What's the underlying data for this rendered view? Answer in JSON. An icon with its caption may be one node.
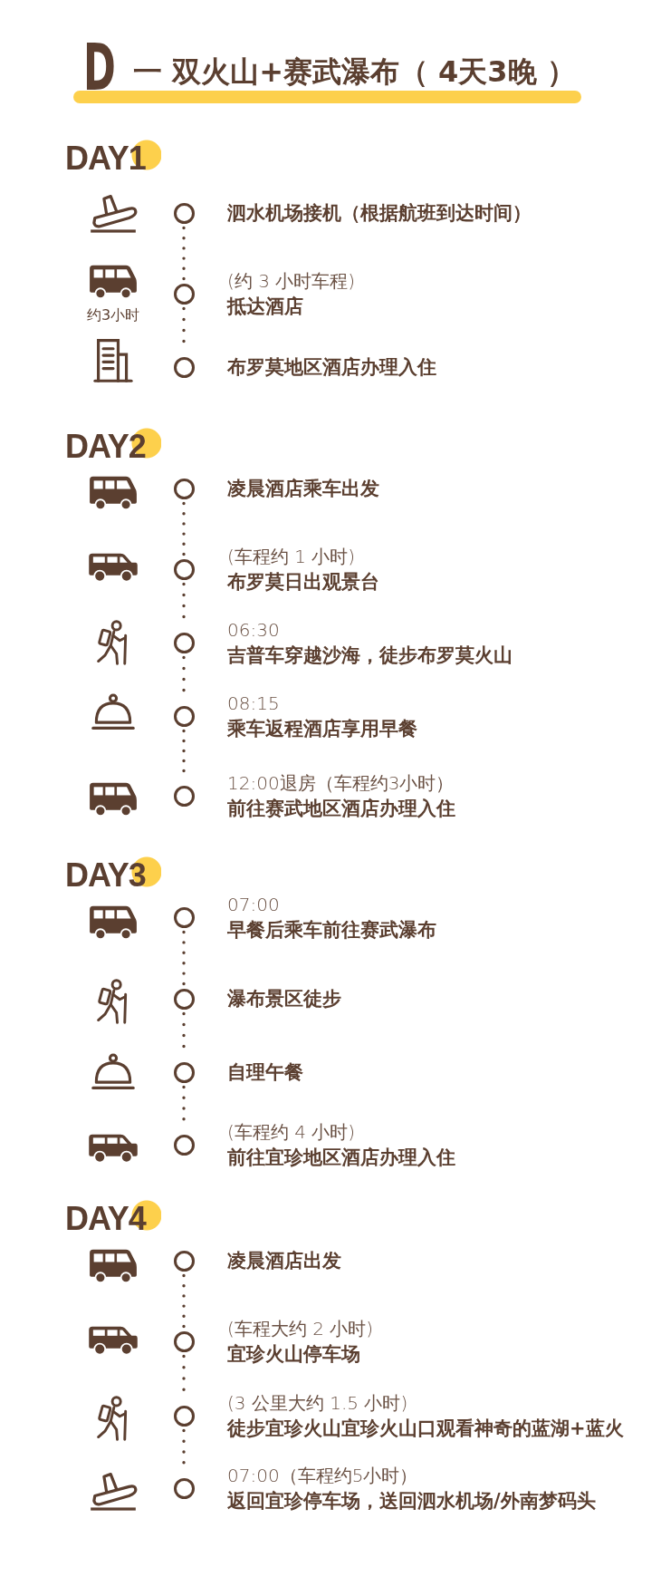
{
  "diagram": {
    "title": "一 双火山+赛武瀑布（ 4天3晚 ）",
    "nodes": [
      {
        "text": [],
        "shape": "bar"
      },
      {
        "text": [],
        "shape": "circle",
        "beside": [
          "泗水机场接机（根据航班到达时间）"
        ]
      },
      {
        "text": [],
        "shape": "circle",
        "beside": [
          "(约 3 小时车程)",
          "抵达酒店"
        ]
      },
      {
        "text": [],
        "shape": "circle",
        "beside": [
          "布罗莫地区酒店办理入住"
        ]
      },
      {
        "text": [],
        "shape": "circle",
        "beside": [
          "凌晨酒店乘车出发"
        ]
      },
      {
        "text": [],
        "shape": "circle",
        "beside": [
          "(车程约 1 小时)",
          "布罗莫日出观景台"
        ]
      },
      {
        "text": [],
        "shape": "circle",
        "beside": [
          "06:30",
          "吉普车穿越沙海，徒步布罗莫火山"
        ]
      },
      {
        "text": [],
        "shape": "circle",
        "beside": [
          "08:15",
          "乘车返程酒店享用早餐"
        ]
      },
      {
        "text": [],
        "shape": "circle",
        "beside": [
          "12:00退房（车程约3小时）",
          "前往赛武地区酒店办理入住"
        ]
      },
      {
        "text": [],
        "shape": "circle",
        "beside": [
          "07:00",
          "早餐后乘车前往赛武瀑布"
        ]
      },
      {
        "text": [],
        "shape": "circle",
        "beside": [
          "瀑布景区徒步"
        ]
      },
      {
        "text": [],
        "shape": "circle",
        "beside": [
          "自理午餐"
        ]
      },
      {
        "text": [],
        "shape": "circle",
        "beside": [
          "(车程约 4 小时)",
          "前往宜珍地区酒店办理入住"
        ]
      },
      {
        "text": [],
        "shape": "circle",
        "beside": [
          "凌晨酒店出发"
        ]
      },
      {
        "text": [],
        "shape": "circle",
        "beside": [
          "(车程大约 2 小时)",
          "宜珍火山停车场"
        ]
      },
      {
        "text": [],
        "shape": "circle",
        "beside": [
          "(3 公里大约 1.5 小时)",
          "徒步宜珍火山宜珍火山口观看神奇的蓝湖+蓝火"
        ]
      },
      {
        "text": [],
        "shape": "circle",
        "beside": [
          "07:00（车程约5小时）",
          "返回宜珍停车场，送回泗水机场/外南梦码头"
        ]
      }
    ],
    "edges": [
      {
        "from": 1,
        "to": 2,
        "arrow": "none",
        "style": "dashed"
      },
      {
        "from": 2,
        "to": 3,
        "arrow": "none",
        "style": "dashed"
      },
      {
        "from": 4,
        "to": 5,
        "arrow": "none",
        "style": "dashed"
      },
      {
        "from": 5,
        "to": 6,
        "arrow": "none",
        "style": "dashed"
      },
      {
        "from": 6,
        "to": 7,
        "arrow": "none",
        "style": "dashed"
      },
      {
        "from": 7,
        "to": 8,
        "arrow": "none",
        "style": "dashed"
      },
      {
        "from": 9,
        "to": 10,
        "arrow": "none",
        "style": "dashed"
      },
      {
        "from": 10,
        "to": 11,
        "arrow": "none",
        "style": "dashed"
      },
      {
        "from": 11,
        "to": 12,
        "arrow": "none",
        "style": "dashed"
      },
      {
        "from": 13,
        "to": 14,
        "arrow": "none",
        "style": "dashed"
      },
      {
        "from": 14,
        "to": 15,
        "arrow": "none",
        "style": "dashed"
      },
      {
        "from": 15,
        "to": 16,
        "arrow": "none",
        "style": "dashed"
      }
    ],
    "labels": [
      "D",
      "DAY1",
      "约3小时",
      "DAY2",
      "DAY3",
      "DAY4"
    ]
  }
}
